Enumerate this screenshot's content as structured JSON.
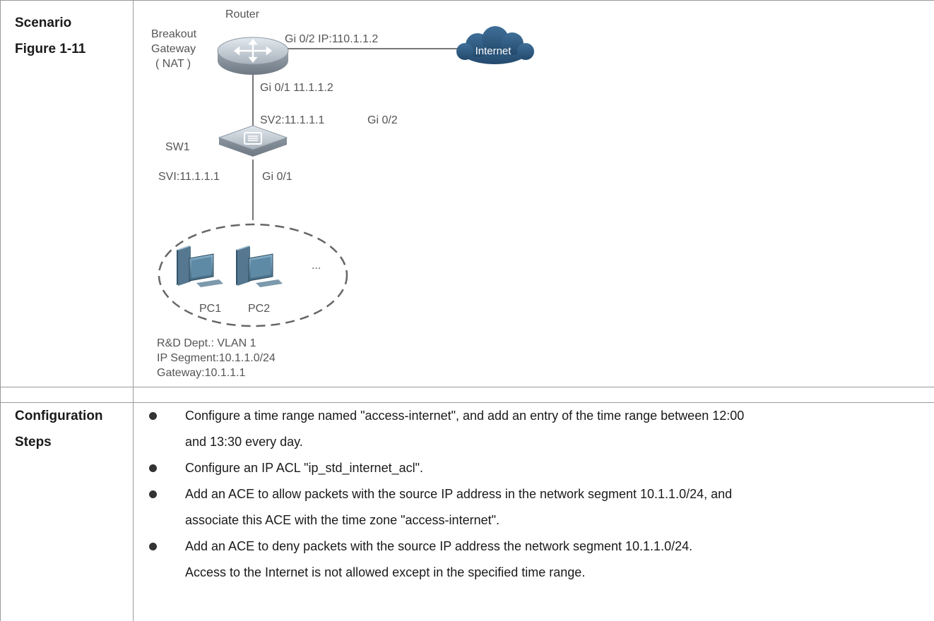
{
  "scenario_cell": {
    "line1": "Scenario",
    "line2": "Figure 1-11"
  },
  "diagram": {
    "router_label": "Router",
    "gateway_lines": [
      "Breakout",
      "Gateway",
      "( NAT )"
    ],
    "router_gi02_label": "Gi 0/2 IP:110.1.1.2",
    "internet_label": "Internet",
    "router_gi01_label": "Gi 0/1 11.1.1.2",
    "sv2_label": "SV2:11.1.1.1",
    "sw1_gi02_label": "Gi 0/2",
    "sw1_label": "SW1",
    "svi_label": "SVI:11.1.1.1",
    "sw1_gi01_label": "Gi 0/1",
    "pc1_label": "PC1",
    "pc2_label": "PC2",
    "ellipsis": "...",
    "dept_lines": [
      "R&D Dept.: VLAN 1",
      "IP Segment:10.1.1.0/24",
      "Gateway:10.1.1.1"
    ]
  },
  "config_cell": {
    "line1": "Configuration",
    "line2": "Steps"
  },
  "steps": [
    {
      "line1": "Configure a time range named \"access-internet\", and add an entry of the time range between 12:00",
      "line2": "and 13:30 every day."
    },
    {
      "line1": "Configure an IP ACL \"ip_std_internet_acl\"."
    },
    {
      "line1": "Add an ACE to allow packets with the source IP address in the network segment 10.1.1.0/24, and",
      "line2": "associate this ACE with the time zone \"access-internet\"."
    },
    {
      "line1": "Add an ACE to deny packets with the source IP address the network segment 10.1.1.0/24.",
      "line2": "Access to the Internet is not allowed except in the specified time range."
    }
  ]
}
